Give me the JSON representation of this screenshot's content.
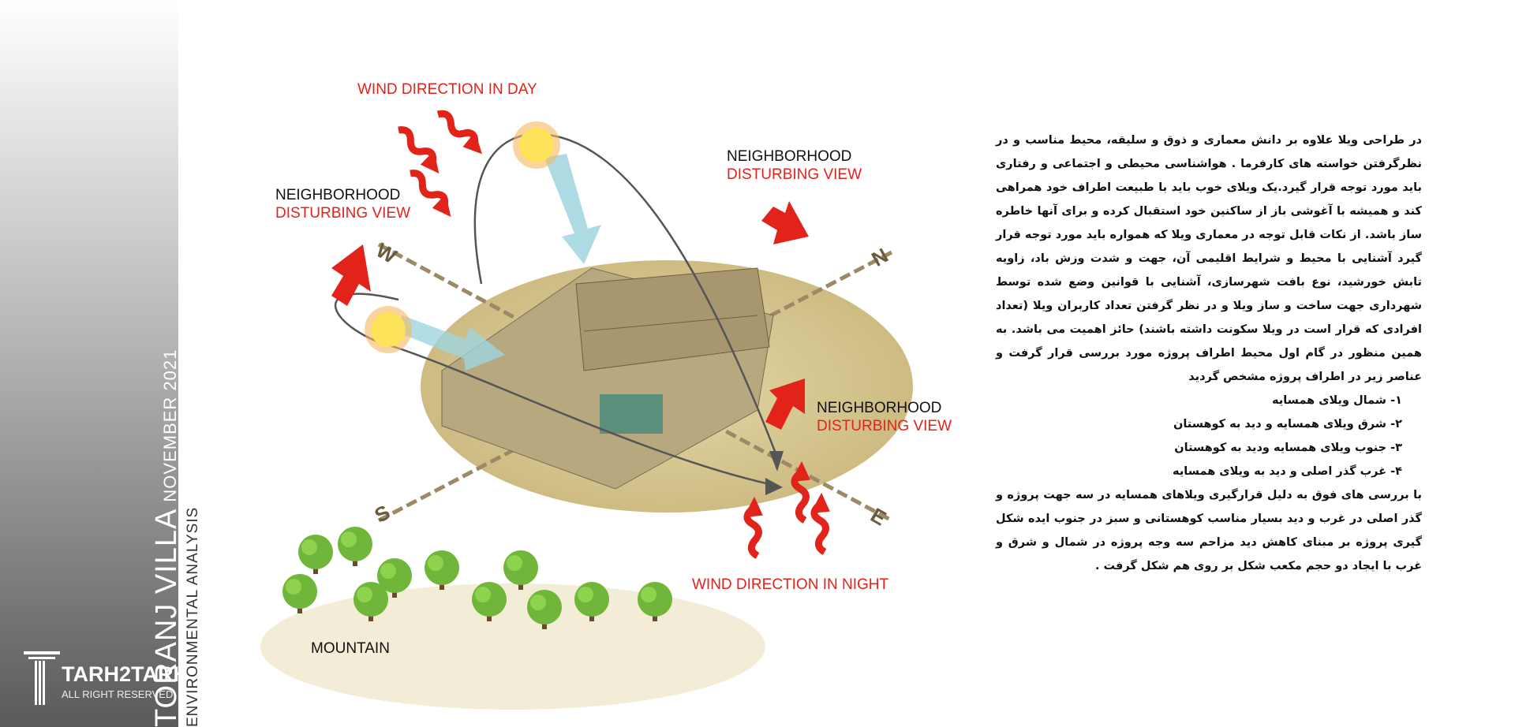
{
  "sidebar": {
    "title": "TORANJ VILLA",
    "date": "NOVEMBER 2021",
    "subtitle": "ENVIRONMENTAL ANALYSIS",
    "logo_brand": "TARH2TARH",
    "logo_rights": "ALL RIGHT RESERVED"
  },
  "diagram": {
    "wind_day": "WIND DIRECTION IN DAY",
    "wind_night": "WIND DIRECTION IN NIGHT",
    "neighborhood_label": "NEIGHBORHOOD",
    "disturbing_label": "DISTURBING VIEW",
    "mountain": "MOUNTAIN",
    "compass": {
      "w": "W",
      "n": "N",
      "e": "E",
      "s": "S"
    },
    "colors": {
      "red": "#e2231a",
      "ground": "#d2c390",
      "sun": "#fde35a",
      "ray": "#9fd4de"
    }
  },
  "text": {
    "intro": "در طراحی ویلا علاوه بر دانش معماری و ذوق و سلیقه، محیط مناسب و در نظرگرفتن خواسته های کارفرما . هواشناسی محیطی و اجتماعی و رفتاری باید مورد توجه قرار گیرد.یک ویلای خوب باید با طبیعت اطراف خود همراهی کند و همیشه با آغوشی باز از ساکنین خود استقبال کرده و برای آنها خاطره ساز باشد. از نکات قابل توجه در معماری ویلا که همواره باید مورد توجه قرار گیرد آشنایی با محیط و شرایط اقلیمی آن، جهت و شدت وزش باد، زاویه تابش خورشید، نوع بافت شهرسازی، آشنایی با قوانین وضع شده توسط شهرداری جهت ساخت و ساز ویلا و در نظر گرفتن تعداد کاربران ویلا (تعداد افرادی که قرار است در ویلا سکونت داشته باشند) حائز اهمیت می باشد. به همین منظور در گام اول محیط اطراف پروژه مورد بررسی قرار گرفت و عناصر زیر در اطراف پروژه مشخص گردید",
    "items": [
      "۱- شمال   ویلای همسایه",
      "۲- شرق   ویلای همسایه و دید به کوهستان",
      "۳- جنوب  ویلای همسایه ودید به کوهستان",
      "۴- غرب   گذر اصلی و دید به ویلای همسایه"
    ],
    "conclusion": "با بررسی های فوق به دلیل قرارگیری ویلاهای همسایه در سه جهت پروژه و گذر اصلی در غرب و دید بسیار مناسب کوهستانی و سبز در جنوب ایده شکل گیری پروژه بر مبنای کاهش دید مزاحم سه وجه پروژه در شمال و شرق و غرب با ایجاد دو حجم مکعب شکل بر روی هم شکل گرفت ."
  }
}
